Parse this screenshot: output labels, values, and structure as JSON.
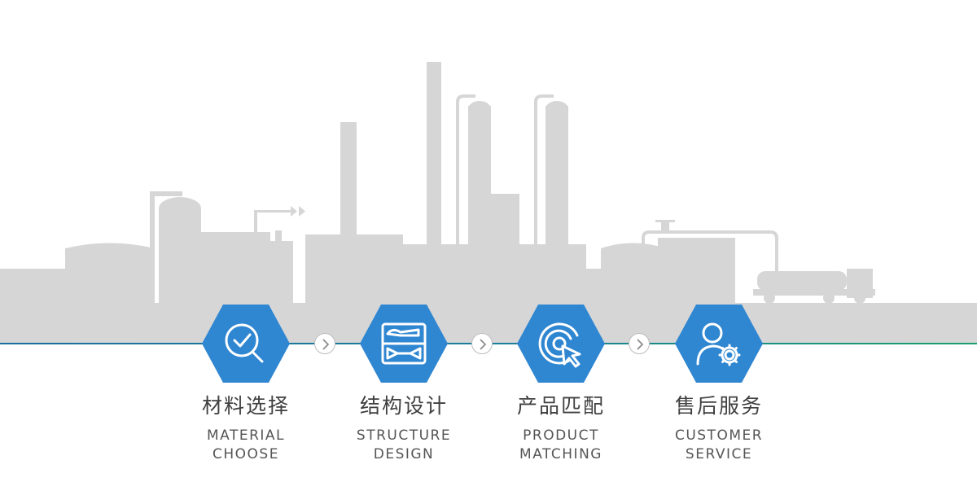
{
  "colors": {
    "hexagon": "#2f86d1",
    "skyline": "#d6d6d6",
    "line_left": "#1a6fa0",
    "line_right": "#1c9e6e"
  },
  "steps": [
    {
      "title_cn": "材料选择",
      "title_en_1": "MATERIAL",
      "title_en_2": "CHOOSE",
      "icon": "magnifier-check-icon"
    },
    {
      "title_cn": "结构设计",
      "title_en_1": "STRUCTURE",
      "title_en_2": "DESIGN",
      "icon": "structure-blueprint-icon"
    },
    {
      "title_cn": "产品匹配",
      "title_en_1": "PRODUCT",
      "title_en_2": "MATCHING",
      "icon": "target-cursor-icon"
    },
    {
      "title_cn": "售后服务",
      "title_en_1": "CUSTOMER",
      "title_en_2": "SERVICE",
      "icon": "user-gear-icon"
    }
  ],
  "connectors": [
    {
      "icon": "chevron-right-icon"
    },
    {
      "icon": "chevron-right-icon"
    },
    {
      "icon": "chevron-right-icon"
    }
  ]
}
